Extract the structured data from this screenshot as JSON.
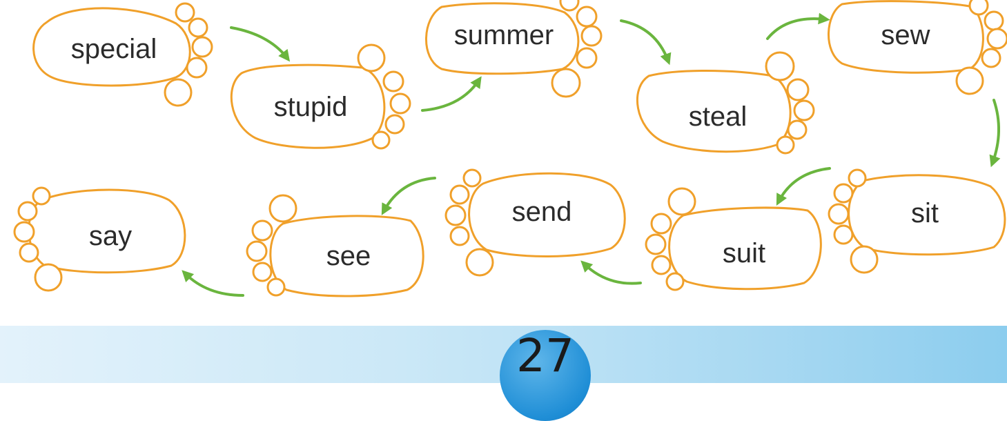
{
  "footprints": [
    {
      "word": "special"
    },
    {
      "word": "stupid"
    },
    {
      "word": "summer"
    },
    {
      "word": "steal"
    },
    {
      "word": "sew"
    },
    {
      "word": "sit"
    },
    {
      "word": "suit"
    },
    {
      "word": "send"
    },
    {
      "word": "see"
    },
    {
      "word": "say"
    }
  ],
  "page_number": "27",
  "colors": {
    "footprint_outline": "#f0a02a",
    "arrow": "#6ab53e",
    "badge": "#1f8ed6"
  }
}
